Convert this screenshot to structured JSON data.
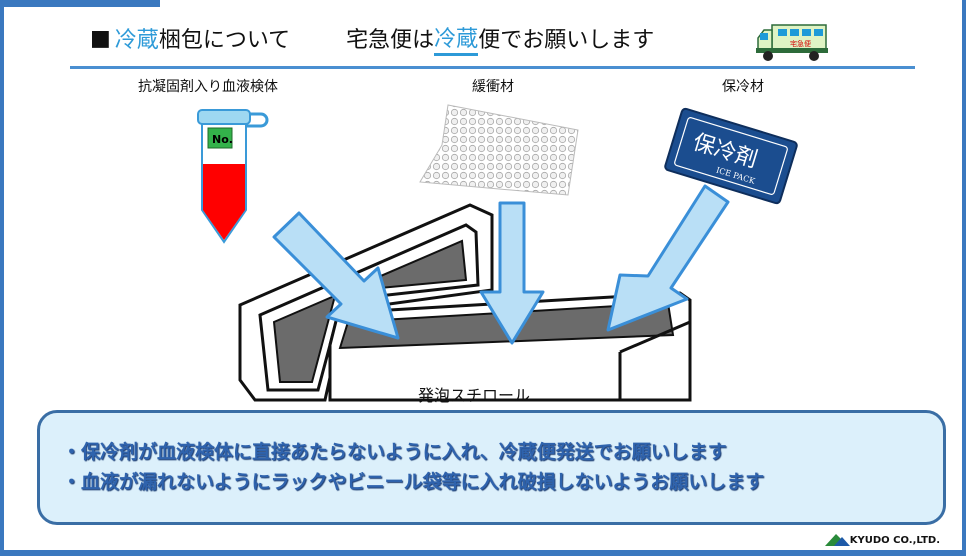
{
  "title": {
    "bullet": "■",
    "part1_highlight": "冷蔵",
    "part1_rest": "梱包について",
    "part2_pre": "宅急便は",
    "part2_highlight": "冷蔵",
    "part2_rest": "便でお願いします"
  },
  "items": {
    "blood_sample_label": "抗凝固剤入り血液検体",
    "cushion_label": "緩衝材",
    "coolant_label": "保冷材",
    "tube_tag": "No.",
    "icepack_text": "保冷剤",
    "icepack_sub": "ICE PACK",
    "truck_text": "宅急便"
  },
  "box_label": "発泡スチロール",
  "notes": [
    "・保冷剤が血液検体に直接あたらないように入れ、冷蔵便発送でお願いします",
    "・血液が漏れないようにラックやビニール袋等に入れ破損しないようお願いします"
  ],
  "footer": {
    "company": "KYUDO CO.,LTD."
  },
  "colors": {
    "frame": "#3a78bf",
    "highlight": "#2d9ad8",
    "note_bg": "#dcf0fb",
    "note_text": "#2f63ad",
    "arrow": "#b9dff6",
    "blood": "#ff0000"
  }
}
